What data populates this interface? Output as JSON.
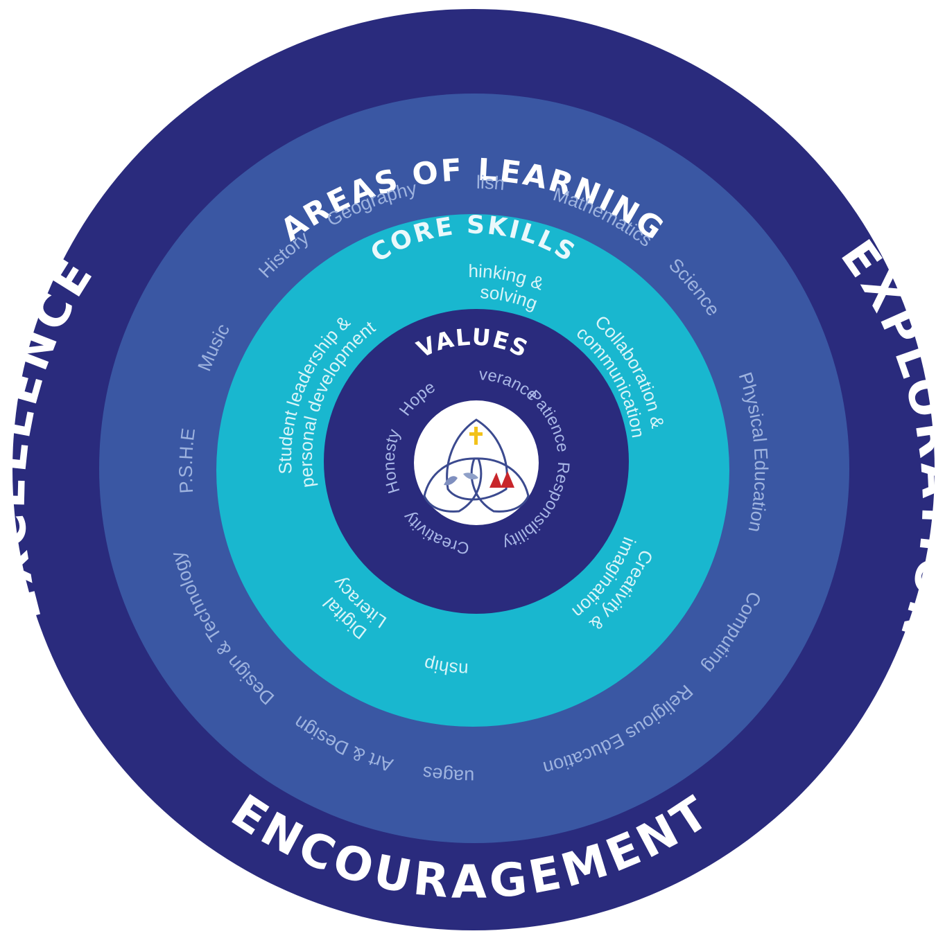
{
  "colors": {
    "outer_ring": "#2a2b7d",
    "areas_ring": "#3a57a3",
    "skills_ring": "#19b7cf",
    "values_disc": "#2a2b7d",
    "logo_disc": "#ffffff"
  },
  "outer": {
    "left": "EXCELLENCE",
    "right": "EXPLORATION",
    "bottom": "ENCOURAGEMENT"
  },
  "areas": {
    "title": "AREAS OF LEARNING",
    "items": [
      "English",
      "Mathematics",
      "Science",
      "Physical Education",
      "Computing",
      "Religious Education",
      "Languages",
      "Art & Design",
      "Design & Technology",
      "P.S.H.E",
      "Music",
      "History",
      "Geography"
    ]
  },
  "skills": {
    "title": "CORE SKILLS",
    "critical_line1": "Critical thinking &",
    "critical_line2": "problem solving",
    "collab_line1": "Collaboration &",
    "collab_line2": "communication",
    "creativity_line1": "Creativity &",
    "creativity_line2": "imagination",
    "citizenship": "Citizenship",
    "digital_line1": "Digital",
    "digital_line2": "Literacy",
    "leadership_line1": "Student leadership &",
    "leadership_line2": "personal development"
  },
  "values": {
    "title": "VALUES",
    "items": [
      "Perseverance",
      "Patience",
      "Responsibility",
      "Creativity",
      "Honesty",
      "Hope"
    ]
  },
  "logo_icon": "trinity-knot-school-emblem-icon"
}
